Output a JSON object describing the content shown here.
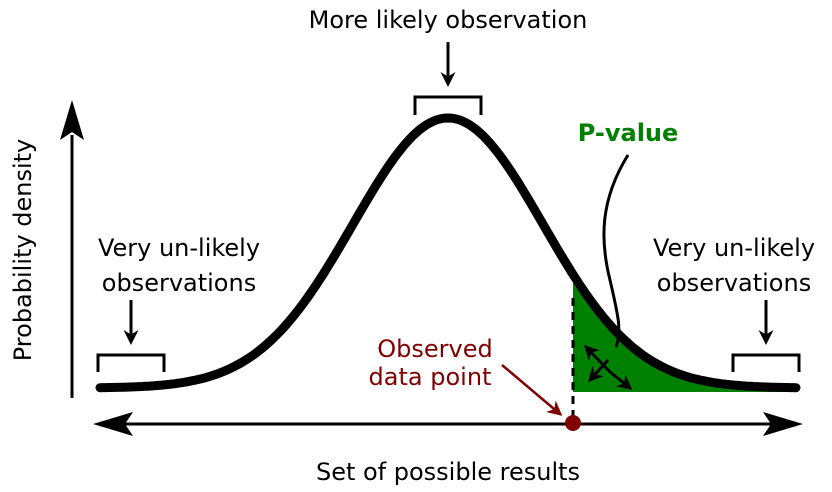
{
  "labels": {
    "top": "More likely observation",
    "y_axis": "Probability density",
    "x_axis": "Set of possible results",
    "left_line1": "Very un-likely",
    "left_line2": "observations",
    "right_line1": "Very un-likely",
    "right_line2": "observations",
    "pvalue": "P-value",
    "observed_line1": "Observed",
    "observed_line2": "data point"
  },
  "colors": {
    "pvalue": "#008000",
    "observed": "#800000",
    "curve": "#000000"
  }
}
